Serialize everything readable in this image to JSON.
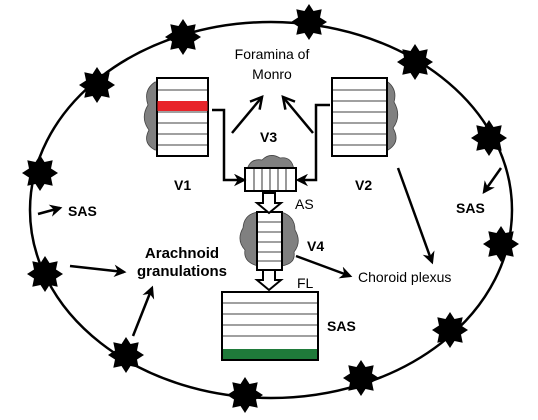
{
  "labels": {
    "foramina_line1": "Foramina of",
    "foramina_line2": "Monro",
    "v1": "V1",
    "v2": "V2",
    "v3": "V3",
    "v4": "V4",
    "as": "AS",
    "fl": "FL",
    "sas_left": "SAS",
    "sas_right": "SAS",
    "sas_bottom": "SAS",
    "arachnoid_line1": "Arachnoid",
    "arachnoid_line2": "granulations",
    "choroid": "Choroid plexus"
  },
  "colors": {
    "v1_highlight": "#e8242a",
    "sas_base": "#1f7a3a",
    "choroid_blob": "#808080",
    "granulation": "#000000"
  },
  "icons": {
    "granulation": "black-starburst-icon",
    "choroid": "grey-cloud-blob"
  }
}
